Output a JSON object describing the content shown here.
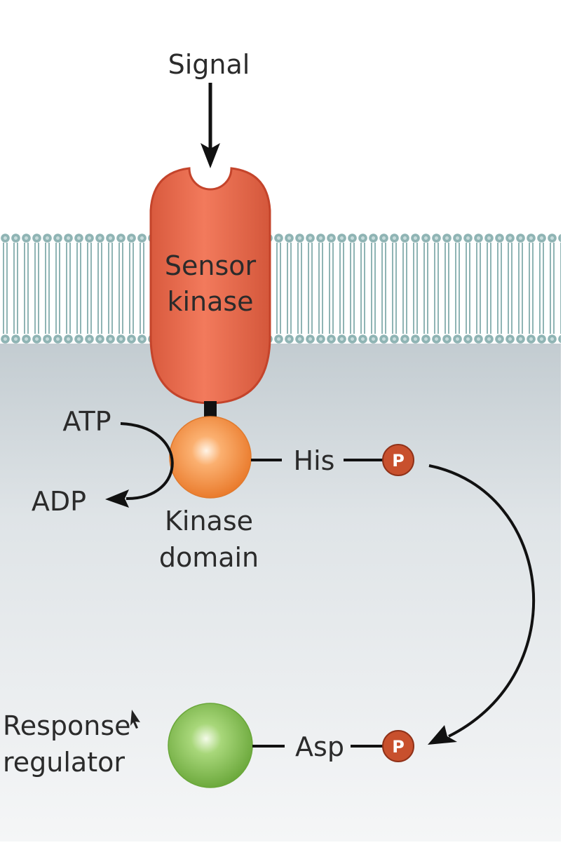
{
  "diagram": {
    "signal_label": "Signal",
    "sensor_label_line1": "Sensor",
    "sensor_label_line2": "kinase",
    "atp_label": "ATP",
    "adp_label": "ADP",
    "kinase_domain_line1": "Kinase",
    "kinase_domain_line2": "domain",
    "his_label": "His",
    "asp_label": "Asp",
    "phosphate_label": "P",
    "response_line1": "Response",
    "response_line2": "regulator"
  },
  "colors": {
    "sensor_fill": "#e8674c",
    "sensor_stroke": "#c4442b",
    "kinase_domain": "#f08a3a",
    "response_regulator": "#7fc24a",
    "phosphate": "#c8502d",
    "membrane": "#8fb4b4",
    "cytoplasm_top": "#c9d2d6",
    "cytoplasm_bottom": "#f4f6f7"
  }
}
